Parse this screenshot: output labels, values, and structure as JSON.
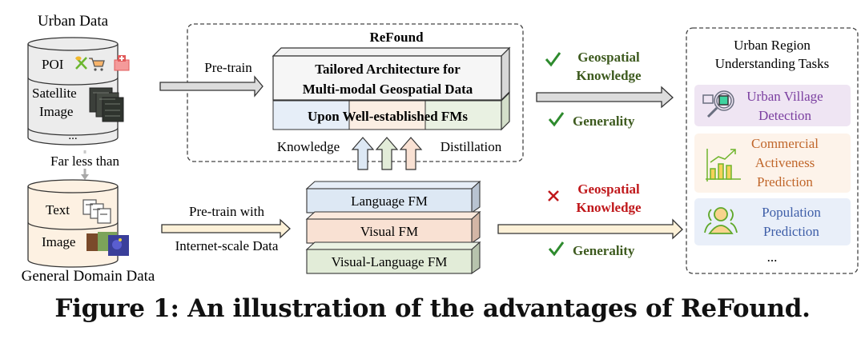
{
  "urban_data": {
    "title": "Urban Data",
    "rows": [
      {
        "label": "POI",
        "icons": [
          "utensils-icon",
          "shopping-cart-icon",
          "hospital-icon"
        ]
      },
      {
        "label_line1": "Satellite",
        "label_line2": "Image",
        "icons": [
          "satellite-image-stack"
        ]
      }
    ],
    "ellipsis": "...",
    "colors": {
      "fill": "#ececec",
      "stroke": "#333333"
    }
  },
  "comparison": {
    "label": "Far less than"
  },
  "general_data": {
    "title": "General Domain Data",
    "rows": [
      {
        "label": "Text",
        "icons": [
          "documents-icon"
        ]
      },
      {
        "label": "Image",
        "icons": [
          "photo-stack"
        ]
      }
    ],
    "colors": {
      "fill": "#fdf1e2",
      "stroke": "#333333"
    }
  },
  "refound": {
    "title": "ReFound",
    "pretrain_label": "Pre-train",
    "top_block_line1": "Tailored Architecture for",
    "top_block_line2": "Multi-modal Geospatial Data",
    "bottom_block": "Upon Well-established FMs",
    "knowledge_label": "Knowledge",
    "distillation_label": "Distillation"
  },
  "top_path": {
    "item1_icon": "check-icon",
    "item1_line1": "Geospatial",
    "item1_line2": "Knowledge",
    "item2_icon": "check-icon",
    "item2": "Generality",
    "text_color": "#3d5a1e",
    "check_color": "#2e8b2e"
  },
  "general_fms": {
    "pretrain_line1": "Pre-train with",
    "pretrain_line2": "Internet-scale Data",
    "blocks": [
      {
        "label": "Language FM",
        "color": "#dde8f4"
      },
      {
        "label": "Visual FM",
        "color": "#f9e1d3"
      },
      {
        "label": "Visual-Language FM",
        "color": "#e2ecd8"
      }
    ]
  },
  "bottom_path": {
    "item1_icon": "cross-icon",
    "item1_line1": "Geospatial",
    "item1_line2": "Knowledge",
    "item1_color": "#c0181b",
    "item2_icon": "check-icon",
    "item2": "Generality",
    "item2_color": "#3d5a1e"
  },
  "tasks": {
    "title_line1": "Urban Region",
    "title_line2": "Understanding Tasks",
    "items": [
      {
        "line1": "Urban Village",
        "line2": "Detection",
        "line3": "",
        "icon": "magnifier-building-icon",
        "bg": "#efe5f3",
        "color": "#7b3fa0"
      },
      {
        "line1": "Commercial",
        "line2": "Activeness",
        "line3": "Prediction",
        "icon": "bar-chart-trend-icon",
        "bg": "#fdf3ea",
        "color": "#c0662a"
      },
      {
        "line1": "Population",
        "line2": "Prediction",
        "line3": "",
        "icon": "users-icon",
        "bg": "#e9eff9",
        "color": "#3e5ea8"
      }
    ],
    "ellipsis": "..."
  },
  "caption": "Figure 1: An illustration of the advantages of ReFound."
}
